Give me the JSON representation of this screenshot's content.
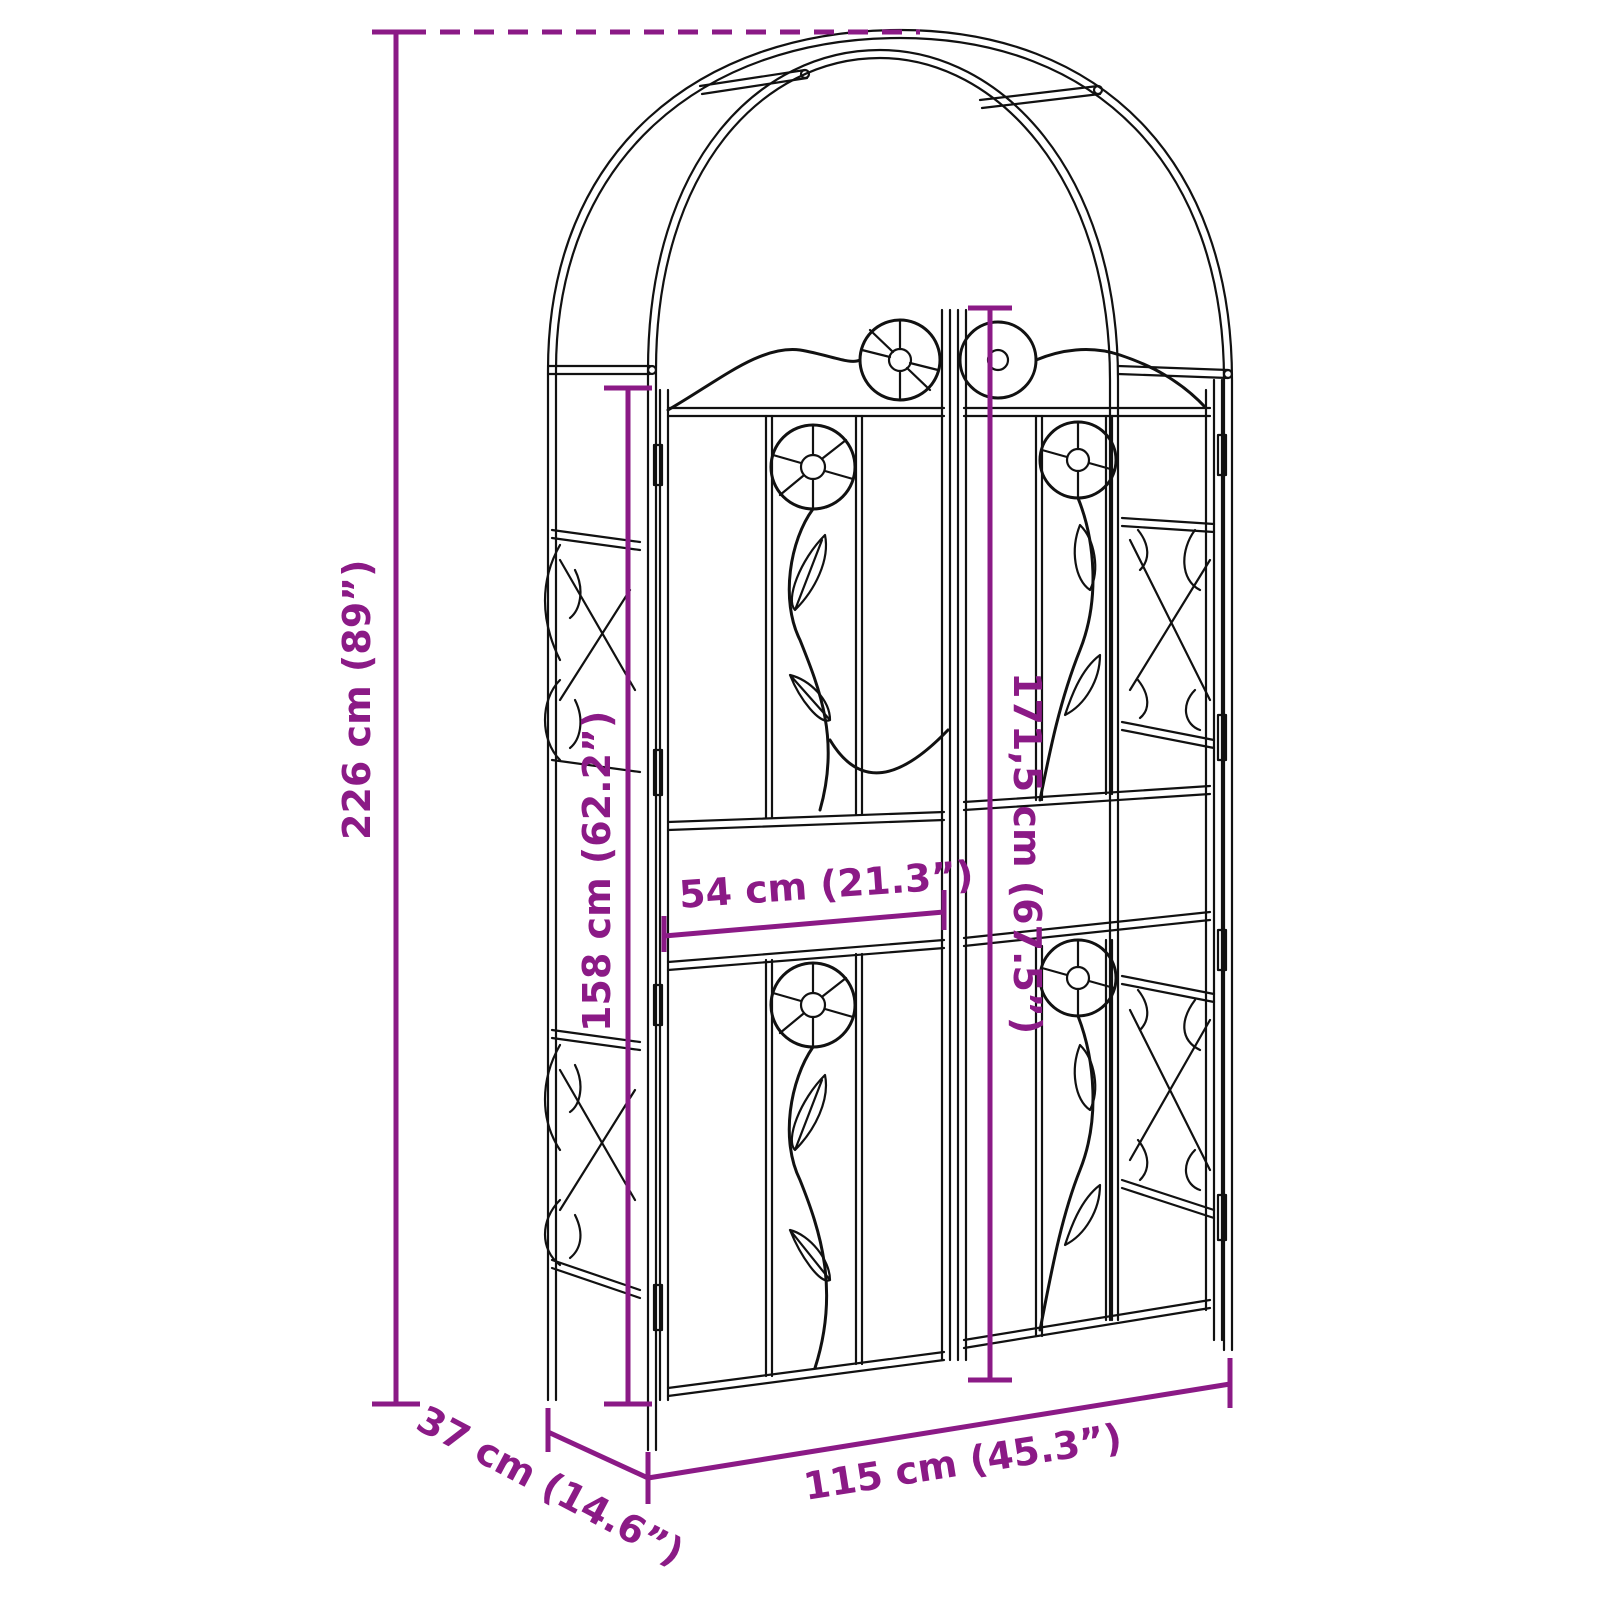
{
  "diagram": {
    "subject": "Garden arch with double gate",
    "accent_color": "#8b1a86",
    "line_color": "#111111",
    "dimensions": {
      "total_height": "226 cm (89”)",
      "gate_height": "158 cm (62.2”)",
      "gate_width": "54 cm (21.3”)",
      "inner_height": "171,5 cm (67.5”)",
      "depth": "37 cm (14.6”)",
      "width": "115 cm (45.3”)"
    }
  }
}
